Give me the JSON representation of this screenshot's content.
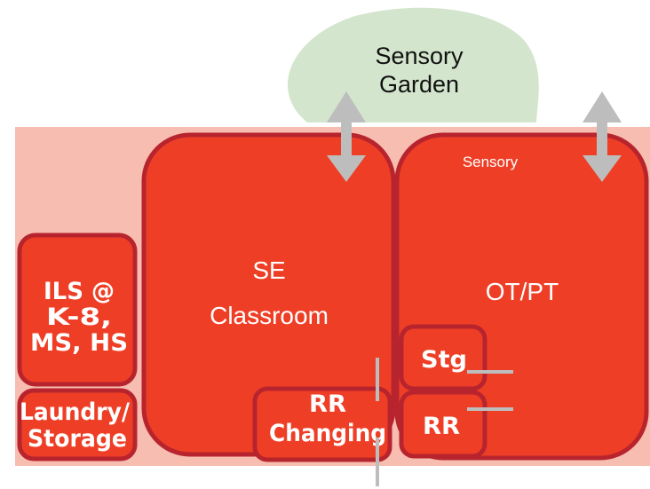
{
  "garden": {
    "line1": "Sensory",
    "line2": "Garden"
  },
  "rooms": {
    "se_classroom": {
      "line1": "SE",
      "line2": "Classroom"
    },
    "ot_pt": {
      "label": "OT/PT",
      "note": "Sensory"
    },
    "ils": {
      "line1": "ILS @",
      "line2": "K-8,",
      "line3": "MS, HS"
    },
    "laundry": {
      "line1": "Laundry/",
      "line2": "Storage"
    },
    "rr_changing": {
      "line1": "RR",
      "line2": "Changing"
    },
    "stg": {
      "label": "Stg"
    },
    "rr": {
      "label": "RR"
    }
  },
  "colors": {
    "room_fill": "#ee3f26",
    "room_border": "#b8242d",
    "site_background": "#f7bdb0",
    "garden_fill": "#d3e5cc",
    "arrow_gray": "#bdbdbd"
  }
}
